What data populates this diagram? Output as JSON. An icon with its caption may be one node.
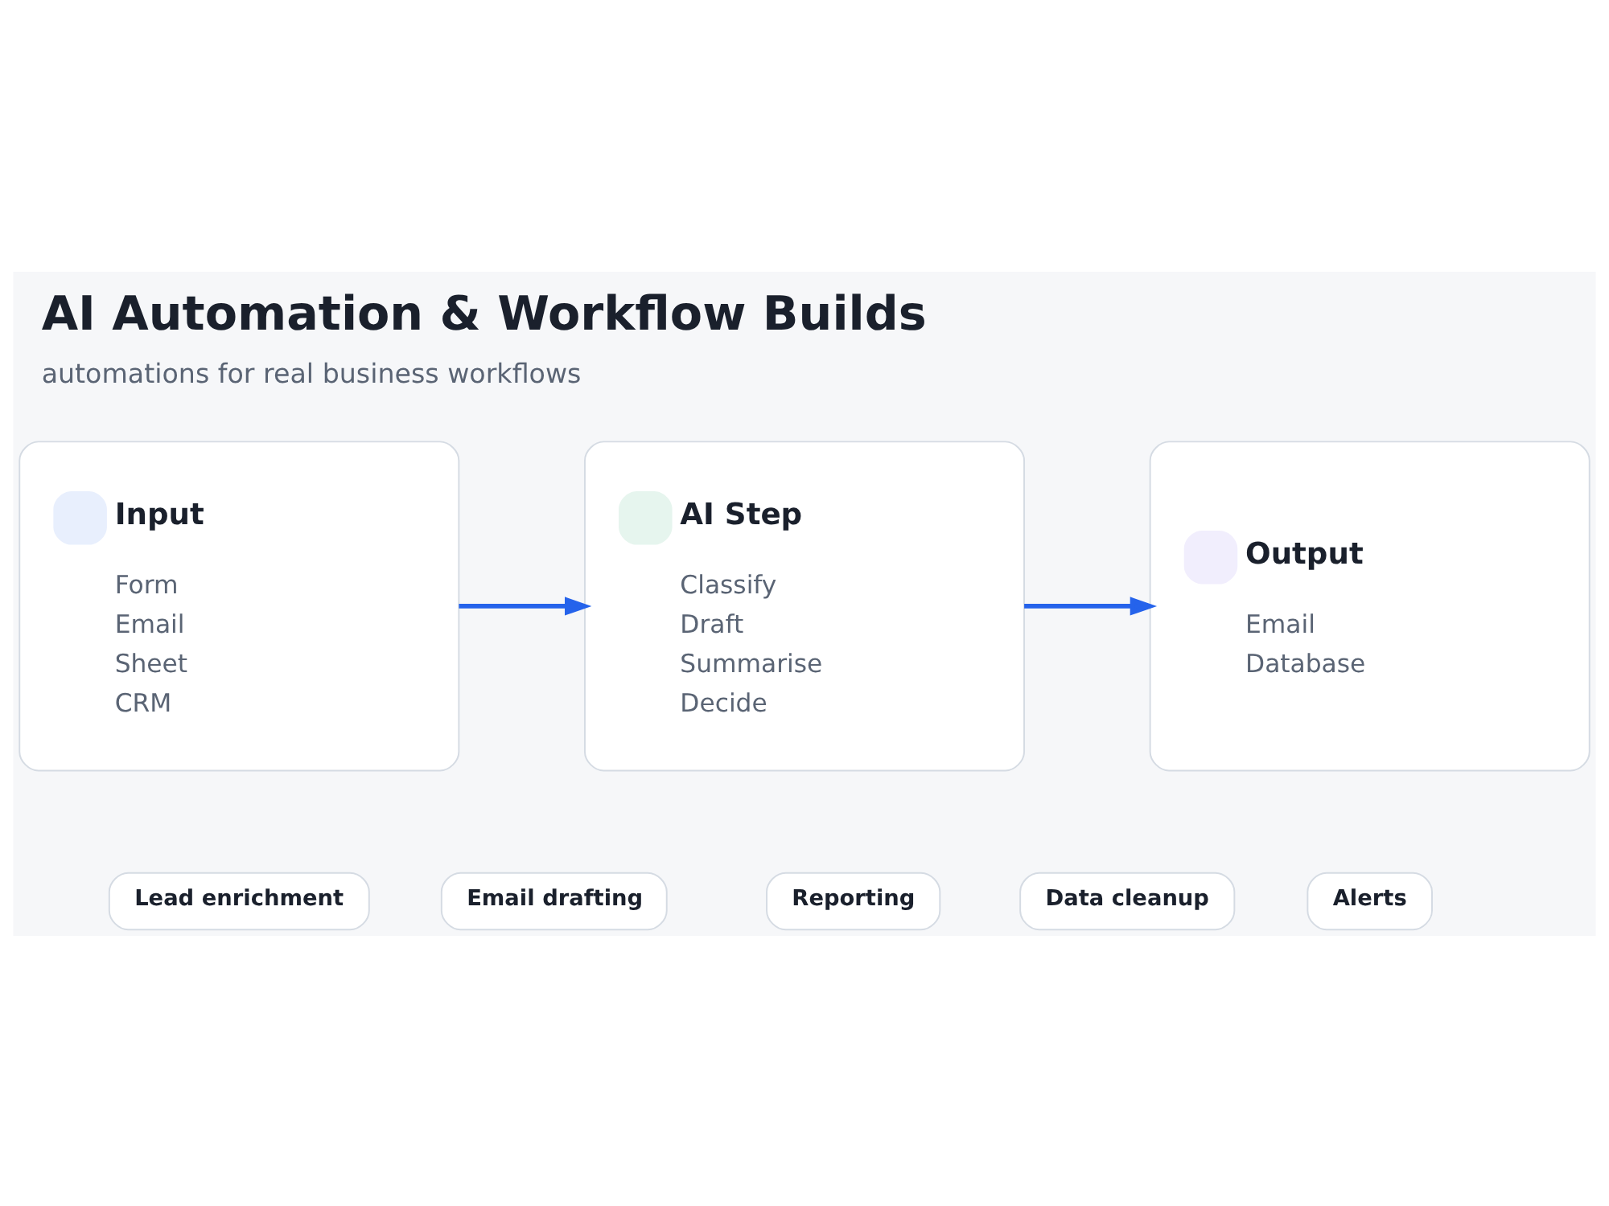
{
  "diagram": {
    "title": "AI Automation & Workflow Builds",
    "caption": "automations for real business workflows",
    "nodes": [
      {
        "text": [
          "Input",
          "Form",
          "Email",
          "Sheet",
          "CRM"
        ]
      },
      {
        "text": [
          "AI Step",
          "Classify",
          "Draft",
          "Summarise",
          "Decide"
        ]
      },
      {
        "text": [
          "Output",
          "Email",
          "Database"
        ]
      },
      {
        "text": [
          "Lead enrichment"
        ]
      },
      {
        "text": [
          "Email drafting"
        ]
      },
      {
        "text": [
          "Reporting"
        ]
      },
      {
        "text": [
          "Data cleanup"
        ]
      },
      {
        "text": [
          "Alerts"
        ]
      }
    ],
    "edges": [
      {
        "from": 0,
        "to": 1,
        "arrow": "to"
      },
      {
        "from": 1,
        "to": 2,
        "arrow": "to"
      }
    ]
  }
}
